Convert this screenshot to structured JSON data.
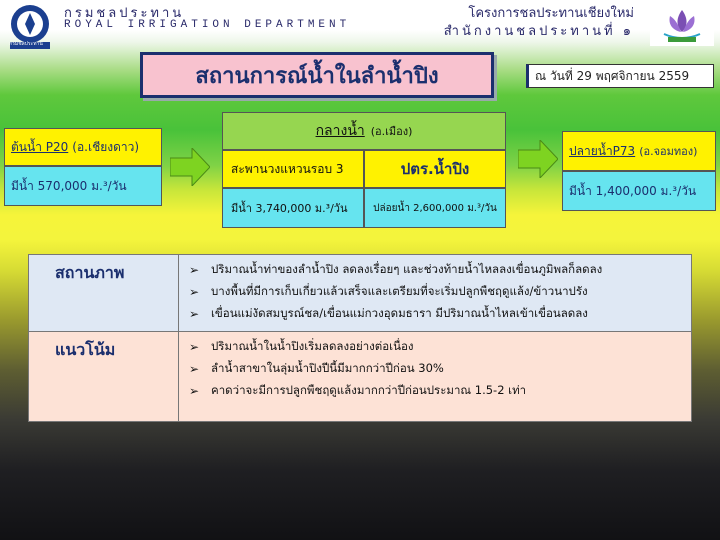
{
  "header": {
    "org_th": "กรมชลประทาน",
    "org_en": "ROYAL IRRIGATION DEPARTMENT",
    "logo_caption": "กรมชลประทาน",
    "project": "โครงการชลประทานเชียงใหม่",
    "office": "สำนักงานชลประทานที่ ๑"
  },
  "title": "สถานการณ์น้ำในลำน้ำปิง",
  "date_label": "ณ วันที่ 29 พฤศจิกายน 2559",
  "upstream": {
    "name": "ต้นน้ำ P20",
    "district": "(อ.เชียงดาว)",
    "flow": "มีน้ำ 570,000 ม.³/วัน"
  },
  "midstream": {
    "heading": "กลางน้ำ",
    "heading_district": "(อ.เมือง)",
    "station_a": "สะพานวงแหวนรอบ 3",
    "station_b": "ปตร.น้ำปิง",
    "flow_a": "มีน้ำ 3,740,000 ม.³/วัน",
    "flow_b": "ปล่อยน้ำ 2,600,000 ม.³/วัน"
  },
  "downstream": {
    "name": "ปลายน้ำP73",
    "district": "(อ.จอมทอง)",
    "flow": "มีน้ำ 1,400,000 ม.³/วัน"
  },
  "status": {
    "label": "สถานภาพ",
    "items": [
      "ปริมาณน้ำท่าของลำน้ำปิง ลดลงเรื่อยๆ และช่วงท้ายน้ำไหลลงเขื่อนภูมิพลก็ลดลง",
      "บางพื้นที่มีการเก็บเกี่ยวแล้วเสร็จและเตรียมที่จะเริ่มปลูกพืชฤดูแล้ง/ข้าวนาปรัง",
      "เขื่อนแม่งัดสมบูรณ์ชล/เขื่อนแม่กวงอุดมธารา มีปริมาณน้ำไหลเข้าเขื่อนลดลง"
    ]
  },
  "trend": {
    "label": "แนวโน้ม",
    "items": [
      "ปริมาณน้ำในน้ำปิงเริ่มลดลงอย่างต่อเนื่อง",
      "ลำน้ำสาขาในลุ่มน้ำปิงปีนี้มีมากกว่าปีก่อน 30%",
      "คาดว่าจะมีการปลูกพืชฤดูแล้งมากกว่าปีก่อนประมาณ 1.5-2 เท่า"
    ]
  },
  "bullet_glyph": "➢",
  "colors": {
    "navy": "#1b2f6e",
    "yellow_box": "#fff200",
    "cyan_box": "#66e4ef",
    "green_box": "#96d650",
    "title_bg": "#f8c2cf",
    "status_bg": "#dfe8f4",
    "trend_bg": "#fde2d6"
  }
}
